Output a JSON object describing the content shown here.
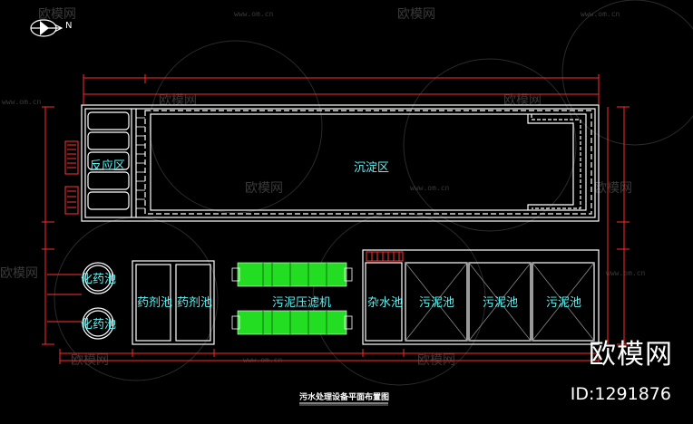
{
  "drawing": {
    "title": "污水处理设备平面布置图",
    "north_label": "N",
    "zones": {
      "reaction": "反应区",
      "sedimentation": "沉淀区",
      "dosing_tank_1": "化药池",
      "dosing_tank_2": "化药池",
      "chemical_tank_1": "药剂池",
      "chemical_tank_2": "药剂池",
      "filter_press": "污泥压滤机",
      "misc_tank": "杂水池",
      "sludge_tank_1": "污泥池",
      "sludge_tank_2": "污泥池",
      "sludge_tank_3": "污泥池"
    }
  },
  "watermark": {
    "text": "欧模网",
    "url": "www.om.cn",
    "brand": "欧模网",
    "id": "ID:1291876"
  },
  "colors": {
    "background": "#000000",
    "walls": "#ffffff",
    "dimensions": "#ff2a2a",
    "labels": "#5ff2f2",
    "equipment": "#22dd22",
    "pipes": "#ff3333"
  }
}
